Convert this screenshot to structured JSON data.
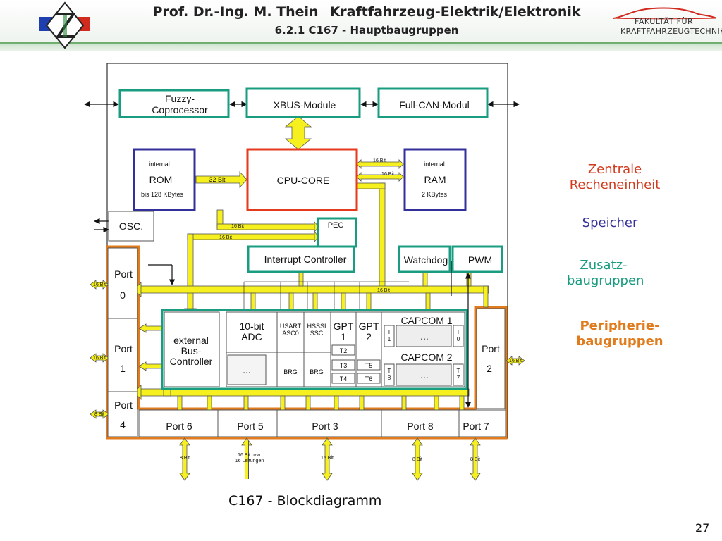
{
  "header": {
    "author": "Prof. Dr.-Ing. M. Thein",
    "course": "Kraftfahrzeug-Elektrik/Elektronik",
    "subtitle": "6.2.1 C167 - Hauptbaugruppen",
    "logo_line1": "FAKULTÄT FÜR",
    "logo_line2": "KRAFTFAHRZEUGTECHNIK"
  },
  "legend": {
    "zentrale": "Zentrale Recheneinheit",
    "speicher": "Speicher",
    "zusatz": "Zusatz-baugruppen",
    "peripherie": "Peripherie-baugruppen"
  },
  "colors": {
    "zentrale": "#e53a1e",
    "speicher": "#34309a",
    "zusatz": "#1a9c80",
    "peripherie": "#e07b1e",
    "bus": "#f5f01e"
  },
  "blocks": {
    "fuzzy": "Fuzzy-\nCoprocessor",
    "xbus": "XBUS-Module",
    "fullcan": "Full-CAN-Modul",
    "rom_small": "internal",
    "rom": "ROM",
    "rom_size": "bis 128 KBytes",
    "cpu": "CPU-CORE",
    "ram_small": "internal",
    "ram": "RAM",
    "ram_size": "2 KBytes",
    "osc": "OSC.",
    "pec": "PEC",
    "interrupt": "Interrupt Controller",
    "watchdog": "Watchdog",
    "pwm": "PWM",
    "port0": "Port",
    "port0_num": "0",
    "port1": "Port",
    "port1_num": "1",
    "port4": "Port",
    "port4_num": "4",
    "port2": "Port",
    "port2_num": "2",
    "ext_bus": "external\nBus-\nController",
    "adc": "10-bit\nADC",
    "adc_dots": "...",
    "usart": "USART",
    "asc0": "ASC0",
    "hsssi": "HSSSI",
    "ssc": "SSC",
    "brg1": "BRG",
    "brg2": "BRG",
    "gpt1": "GPT\n1",
    "gpt2": "GPT\n2",
    "t2": "T2",
    "t3": "T3",
    "t4": "T4",
    "t5": "T5",
    "t6": "T6",
    "capcom1": "CAPCOM 1",
    "capcom2": "CAPCOM 2",
    "cc_dots1": "...",
    "cc_dots2": "...",
    "t1": "T\n1",
    "t0": "T\n0",
    "t8": "T\n8",
    "t7": "T\n7",
    "port6": "Port 6",
    "port5": "Port 5",
    "port3": "Port 3",
    "port8": "Port 8",
    "port7": "Port 7"
  },
  "bus_labels": {
    "b32": "32 Bit",
    "b16_ram1": "16 Bit",
    "b16_ram2": "16 Bit",
    "b16_pec1": "16 Bit",
    "b16_pec2": "16 Bit",
    "b16_main": "16 Bit",
    "p0": "16 Bit",
    "p1": "16 Bit",
    "p4": "8 Bit",
    "p2": "16 Bit",
    "p6": "8 Bit",
    "p5": "16 Bit bzw.\n16 Leitungen",
    "p3": "15 Bit",
    "p8": "8 Bit",
    "p7": "8 Bit"
  },
  "caption": "C167 - Blockdiagramm",
  "page_number": "27"
}
